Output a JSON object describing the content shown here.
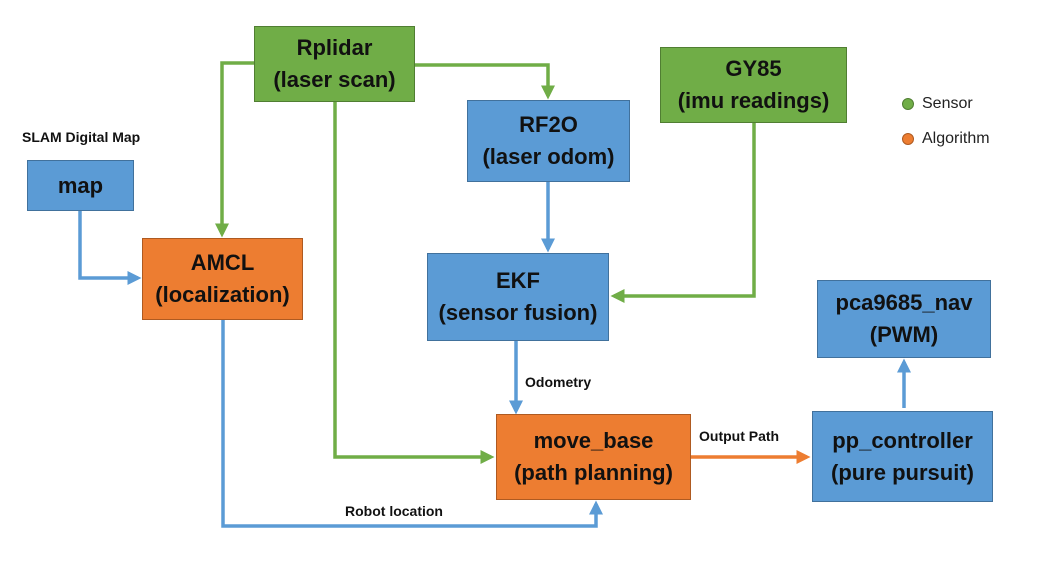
{
  "nodes": {
    "rplidar": {
      "line1": "Rplidar",
      "line2": "(laser scan)"
    },
    "gy85": {
      "line1": "GY85",
      "line2": "(imu readings)"
    },
    "rf2o": {
      "line1": "RF2O",
      "line2": "(laser odom)"
    },
    "map": {
      "line1": "map",
      "caption": "SLAM Digital Map"
    },
    "amcl": {
      "line1": "AMCL",
      "line2": "(localization)"
    },
    "ekf": {
      "line1": "EKF",
      "line2": "(sensor fusion)"
    },
    "pca": {
      "line1": "pca9685_nav",
      "line2": "(PWM)"
    },
    "move_base": {
      "line1": "move_base",
      "line2": "(path planning)"
    },
    "pp_controller": {
      "line1": "pp_controller",
      "line2": "(pure pursuit)"
    }
  },
  "edge_labels": {
    "odometry": "Odometry",
    "output_path": "Output Path",
    "robot_location": "Robot location"
  },
  "legend": [
    {
      "label": "Sensor",
      "color": "#70AD47"
    },
    {
      "label": "Algorithm",
      "color": "#ED7D31"
    }
  ],
  "colors": {
    "sensor_green": "#70AD47",
    "data_blue": "#5B9BD5",
    "algorithm_orange": "#ED7D31"
  }
}
